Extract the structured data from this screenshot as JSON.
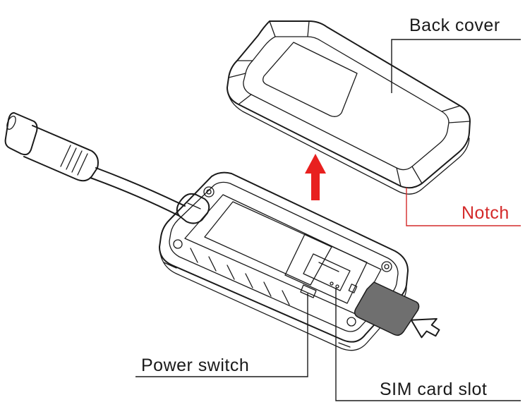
{
  "labels": {
    "back_cover": "Back cover",
    "notch": "Notch",
    "power_switch": "Power switch",
    "sim_card_slot": "SIM card slot"
  },
  "colors": {
    "line": "#1a1a1a",
    "accent_red": "#d42a2a",
    "arrow_red": "#e8201f",
    "sim_card": "#6f6f6f",
    "background": "#ffffff"
  },
  "icons": {
    "lift_arrow": "arrow-up",
    "insert_arrow": "cursor-arrow"
  }
}
